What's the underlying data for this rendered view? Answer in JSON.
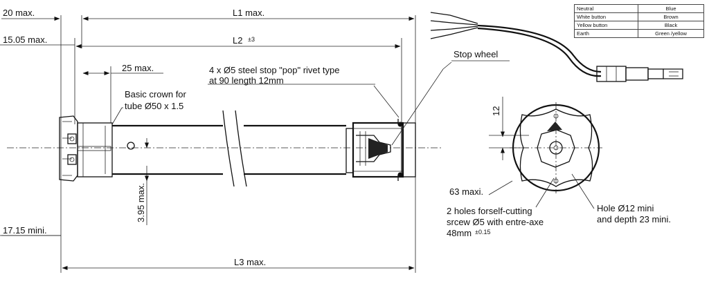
{
  "dimensions": {
    "d20": "20 max.",
    "l1": "L1 max.",
    "d1505": "15.05 max.",
    "l2": "L2",
    "l2_tol": "±3",
    "d25": "25 max.",
    "d395": "3.95 max.",
    "d1715": "17.15 mini.",
    "l3": "L3 max.",
    "d12": "12",
    "d63": "63 maxi."
  },
  "labels": {
    "crown_line1": "Basic crown for",
    "crown_line2": "tube Ø50 x 1.5",
    "rivet_line1": "4 x Ø5 steel stop \"pop\" rivet type",
    "rivet_line2": "at 90 length 12mm",
    "stop_wheel": "Stop wheel",
    "holes_line1": "2 holes forself-cutting",
    "holes_line2": "srcew Ø5 with entre-axe",
    "holes_line3": "48mm",
    "holes_tol": "±0.15",
    "hole12_line1": "Hole Ø12 mini",
    "hole12_line2": "and depth 23 mini."
  },
  "legend": {
    "rows": [
      {
        "name": "Neutral",
        "color": "Blue"
      },
      {
        "name": "White button",
        "color": "Brown"
      },
      {
        "name": "Yellow button",
        "color": "Black"
      },
      {
        "name": "Earth",
        "color": "Green /yellow"
      }
    ]
  }
}
